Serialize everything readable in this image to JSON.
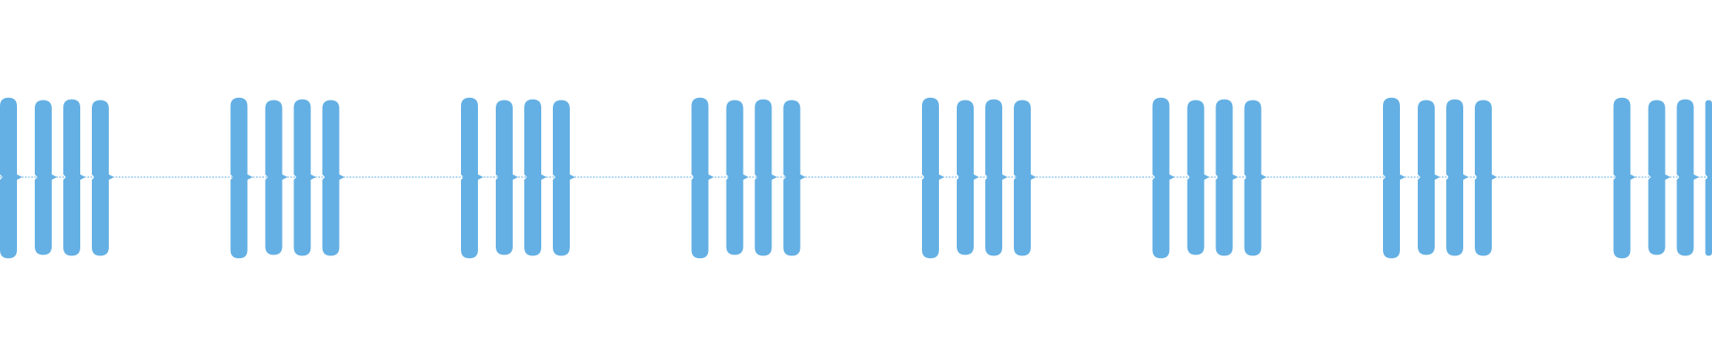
{
  "waveform": {
    "color": "#64b0e4",
    "group_count": 8,
    "pulses_per_group": 4,
    "peak_amplitude": [
      0.94,
      0.91,
      0.92,
      0.91
    ],
    "trough_amplitude": [
      0.96,
      0.92,
      0.93,
      0.93
    ],
    "silence_amplitude": 0.01
  }
}
